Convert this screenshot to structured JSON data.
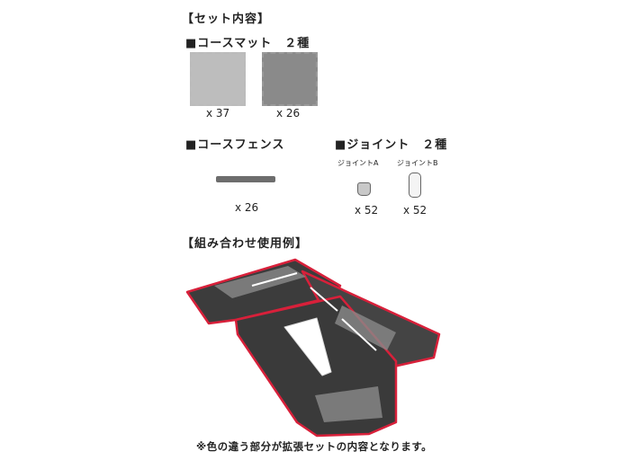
{
  "set_contents": {
    "title": "【セット内容】",
    "course_mat": {
      "heading": "■コースマット　２種",
      "items": [
        {
          "name": "light-mat",
          "qty": "x 37",
          "color": "#bdbdbd"
        },
        {
          "name": "dark-mat",
          "qty": "x 26",
          "color": "#8a8a8a"
        }
      ]
    },
    "course_fence": {
      "heading": "■コースフェンス",
      "qty": "x 26",
      "color": "#6d6d6d"
    },
    "joint": {
      "heading": "■ジョイント　２種",
      "items": [
        {
          "label": "ジョイントA",
          "qty": "x 52"
        },
        {
          "label": "ジョイントB",
          "qty": "x 52"
        }
      ]
    }
  },
  "example": {
    "title": "【組み合わせ使用例】",
    "note": "※色の違う部分が拡張セットの内容となります。",
    "track_color": "#3c3c3c",
    "accent_color": "#d8203a"
  }
}
